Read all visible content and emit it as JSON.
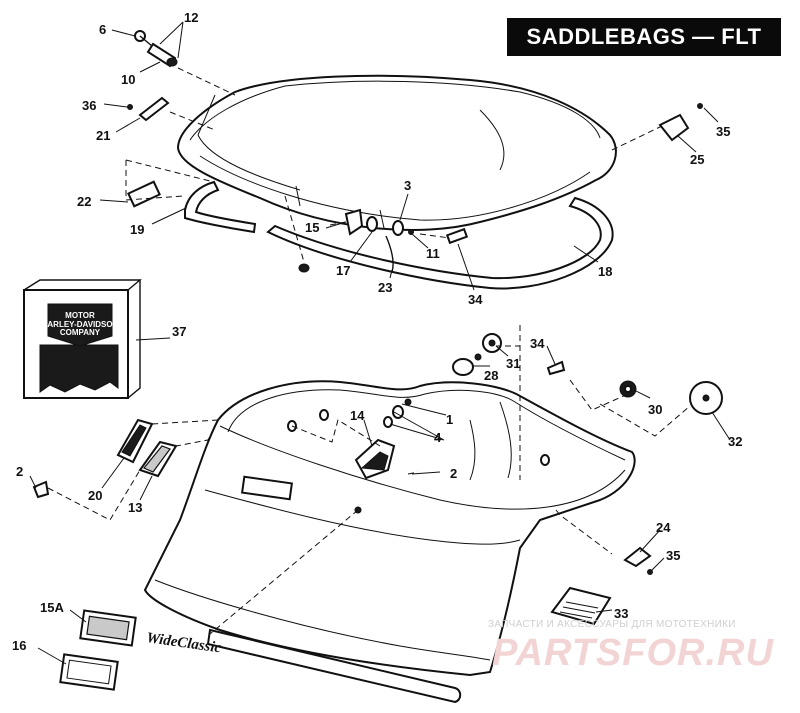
{
  "title": "SADDLEBAGS — FLT",
  "callouts": [
    {
      "id": "c12",
      "text": "12"
    },
    {
      "id": "c6",
      "text": "6"
    },
    {
      "id": "c10",
      "text": "10"
    },
    {
      "id": "c36",
      "text": "36"
    },
    {
      "id": "c21",
      "text": "21"
    },
    {
      "id": "c22",
      "text": "22"
    },
    {
      "id": "c19",
      "text": "19"
    },
    {
      "id": "c15",
      "text": "15"
    },
    {
      "id": "c17",
      "text": "17"
    },
    {
      "id": "c3",
      "text": "3"
    },
    {
      "id": "c11",
      "text": "11"
    },
    {
      "id": "c23",
      "text": "23"
    },
    {
      "id": "c34a",
      "text": "34"
    },
    {
      "id": "c18",
      "text": "18"
    },
    {
      "id": "c35a",
      "text": "35"
    },
    {
      "id": "c25",
      "text": "25"
    },
    {
      "id": "c37",
      "text": "37"
    },
    {
      "id": "c28",
      "text": "28"
    },
    {
      "id": "c31",
      "text": "31"
    },
    {
      "id": "c34b",
      "text": "34"
    },
    {
      "id": "c30",
      "text": "30"
    },
    {
      "id": "c32",
      "text": "32"
    },
    {
      "id": "c14",
      "text": "14"
    },
    {
      "id": "c1",
      "text": "1"
    },
    {
      "id": "c4",
      "text": "4"
    },
    {
      "id": "c2a",
      "text": "2"
    },
    {
      "id": "c2b",
      "text": "2"
    },
    {
      "id": "c20",
      "text": "20"
    },
    {
      "id": "c13",
      "text": "13"
    },
    {
      "id": "c24",
      "text": "24"
    },
    {
      "id": "c35b",
      "text": "35"
    },
    {
      "id": "c15A",
      "text": "15A"
    },
    {
      "id": "c16",
      "text": "16"
    },
    {
      "id": "c33",
      "text": "33"
    }
  ],
  "decal": {
    "line1": "HARLEY-DAVIDSON",
    "line2": "MOTOR",
    "line3": "COMPANY"
  },
  "script_badge": "WideClassic",
  "watermark": {
    "sub": "ЗАПЧАСТИ И АКСЕССУАРЫ ДЛЯ МОТОТЕХНИКИ",
    "main": "PARTSFOR.RU"
  }
}
